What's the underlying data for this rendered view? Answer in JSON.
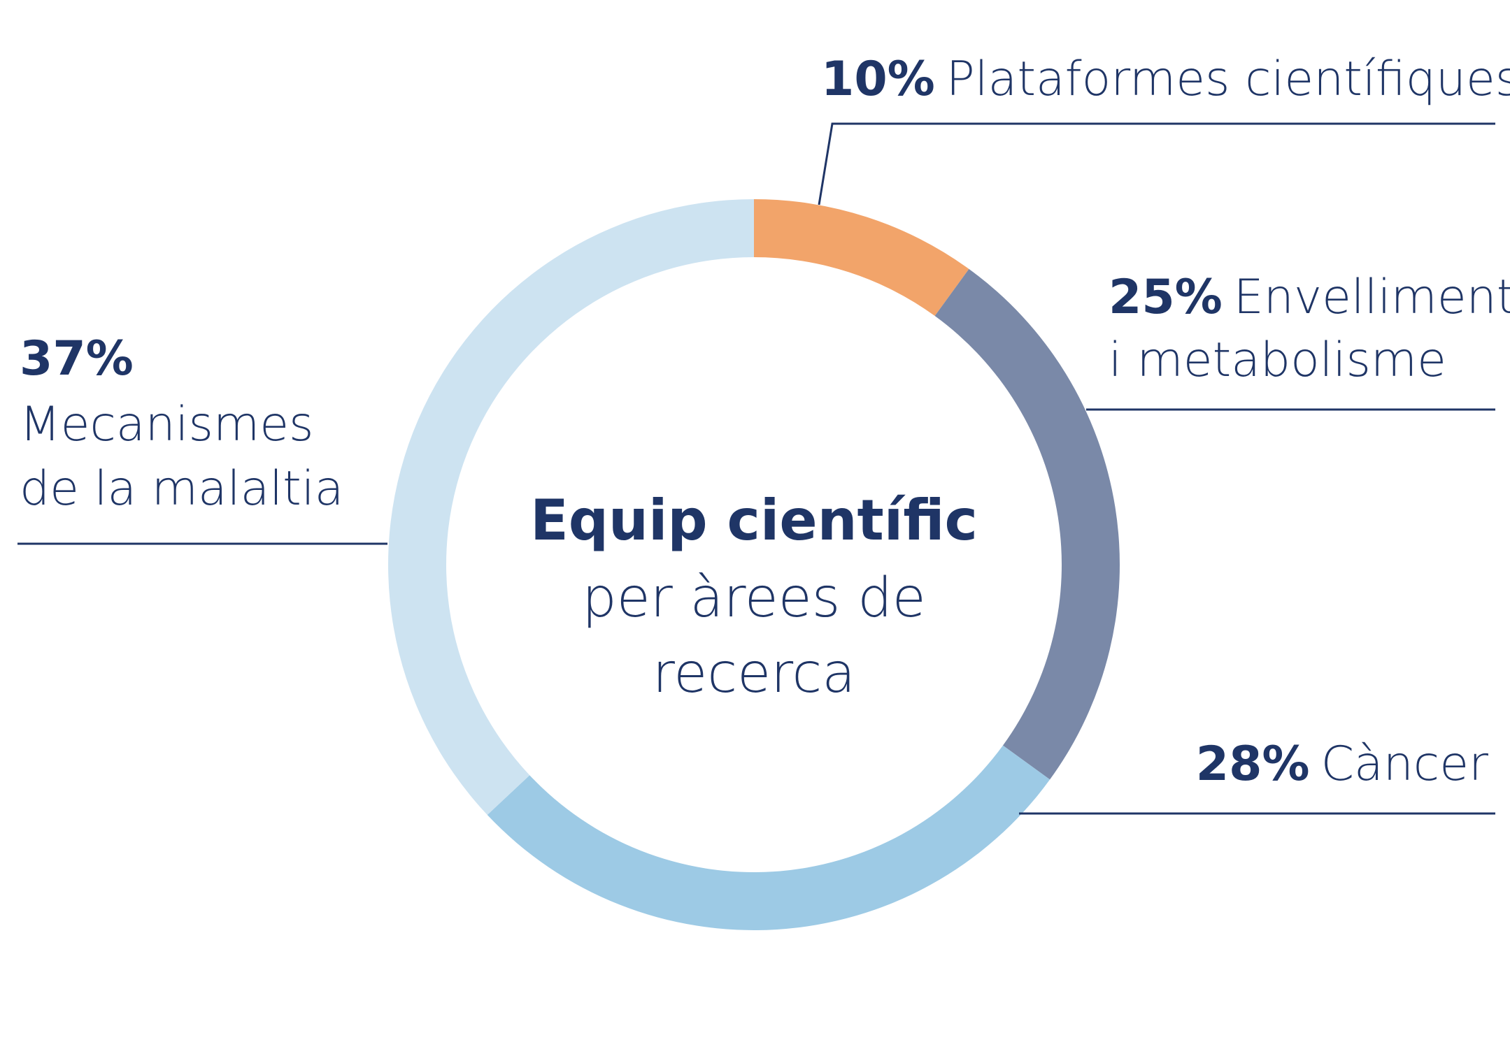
{
  "chart_data": {
    "type": "pie",
    "variant": "donut",
    "title": "Equip científic",
    "subtitle_lines": [
      "per àrees de",
      "recerca"
    ],
    "start": "top",
    "direction": "clockwise",
    "slices": [
      {
        "label": "Plataformes científiques",
        "label_lines": [
          "Plataformes científiques"
        ],
        "value": 10,
        "value_label": "10%",
        "color": "#F2A46A"
      },
      {
        "label": "Envelliment i metabolisme",
        "label_lines": [
          "Envelliment",
          "i metabolisme"
        ],
        "value": 25,
        "value_label": "25%",
        "color": "#7A89A8"
      },
      {
        "label": "Càncer",
        "label_lines": [
          "Càncer"
        ],
        "value": 28,
        "value_label": "28%",
        "color": "#9DCAE5"
      },
      {
        "label": "Mecanismes de la malaltia",
        "label_lines": [
          "Mecanismes",
          "de la malaltia"
        ],
        "value": 37,
        "value_label": "37%",
        "color": "#CDE3F1"
      }
    ],
    "text_color": "#1F3566"
  }
}
